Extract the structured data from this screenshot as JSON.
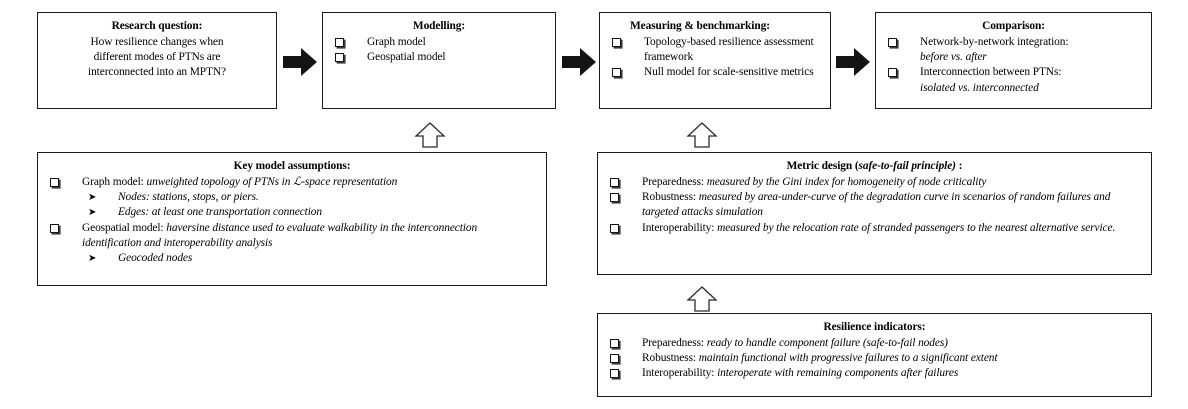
{
  "diagram": {
    "title": "Research framework flowchart",
    "colors": {
      "line": "#1a1a1a",
      "arrow_fill": "#141414",
      "background": "#ffffff"
    }
  },
  "boxes": {
    "research_question": {
      "title": "Research question:",
      "lines": [
        "How resilience changes when",
        "different modes of PTNs are",
        "interconnected into an MPTN?"
      ]
    },
    "modelling": {
      "title": "Modelling:",
      "items": [
        "Graph model",
        "Geospatial model"
      ]
    },
    "measuring": {
      "title": "Measuring & benchmarking:",
      "items": [
        "Topology-based resilience assessment framework",
        "Null model for scale-sensitive metrics"
      ]
    },
    "comparison": {
      "title": "Comparison:",
      "items": [
        {
          "label": "Network-by-network integration:",
          "detail": "before vs. after"
        },
        {
          "label": "Interconnection between PTNs:",
          "detail": "isolated vs. interconnected"
        }
      ]
    },
    "key_assumptions": {
      "title": "Key model assumptions:",
      "items": [
        {
          "label": "Graph model:",
          "detail": "unweighted topology of PTNs in ℒ-space representation",
          "subitems": [
            "Nodes: stations, stops, or piers.",
            "Edges: at least one transportation connection"
          ]
        },
        {
          "label": "Geospatial model:",
          "detail": "haversine distance used to evaluate walkability in the interconnection identification and interoperability analysis",
          "subitems": [
            "Geocoded nodes"
          ]
        }
      ]
    },
    "metric_design": {
      "title_main": "Metric design (",
      "title_italic": "safe-to-fail principle)",
      "title_tail": " :",
      "items": [
        {
          "label": "Preparedness:",
          "detail": "measured by the Gini index for homogeneity of node criticality"
        },
        {
          "label": "Robustness:",
          "detail": "measured by area-under-curve of the degradation curve in scenarios of random failures and targeted attacks simulation"
        },
        {
          "label": "Interoperability:",
          "detail": "measured by the relocation rate of stranded passengers to the nearest alternative service."
        }
      ]
    },
    "resilience_indicators": {
      "title": "Resilience indicators:",
      "items": [
        {
          "label": "Preparedness:",
          "detail": "ready to handle component failure (safe-to-fail nodes)"
        },
        {
          "label": "Robustness:",
          "detail": "maintain functional with progressive failures to a significant extent"
        },
        {
          "label": "Interoperability:",
          "detail": "interoperate with remaining components after failures"
        }
      ]
    }
  },
  "arrows": {
    "flow_right_1": "arrow-right-icon",
    "flow_right_2": "arrow-right-icon",
    "flow_right_3": "arrow-right-icon",
    "feed_up_modelling": "arrow-up-outline-icon",
    "feed_up_measuring": "arrow-up-outline-icon",
    "feed_up_metric": "arrow-up-outline-icon"
  },
  "glyphs": {
    "checkbox": "checkbox-icon",
    "sub_bullet": "➤"
  }
}
